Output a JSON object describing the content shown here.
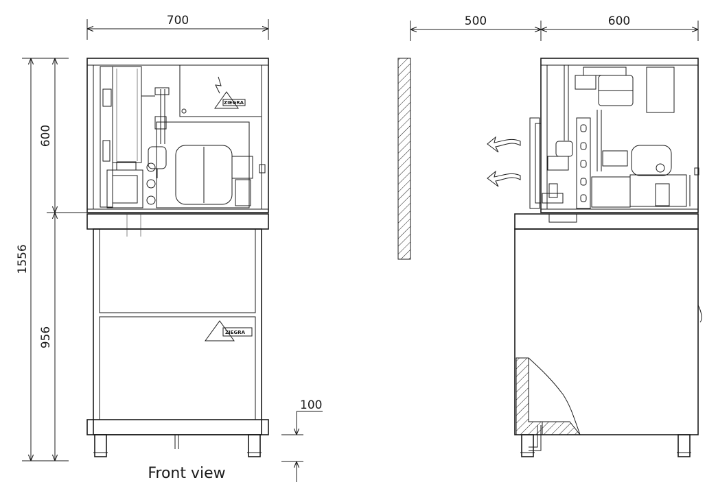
{
  "dimensions": {
    "front_width": "700",
    "side_clearance": "500",
    "side_depth": "600",
    "total_height": "1556",
    "upper_height": "600",
    "lower_height": "956",
    "clearance_bottom": "100"
  },
  "labels": {
    "front_caption": "Front view",
    "brand": "ZIEGRA"
  }
}
